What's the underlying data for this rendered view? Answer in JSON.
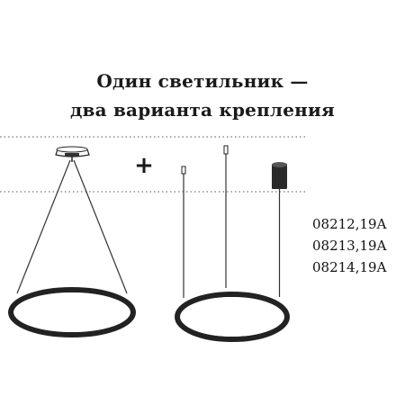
{
  "heading": {
    "line1": "Один светильник —",
    "line2": "два варианта крепления"
  },
  "plus_sign": "+",
  "model_codes": [
    "08212,19A",
    "08213,19A",
    "08214,19A"
  ],
  "colors": {
    "text": "#1a1a1a",
    "ring": "#2b2b2b",
    "line": "#333333"
  }
}
